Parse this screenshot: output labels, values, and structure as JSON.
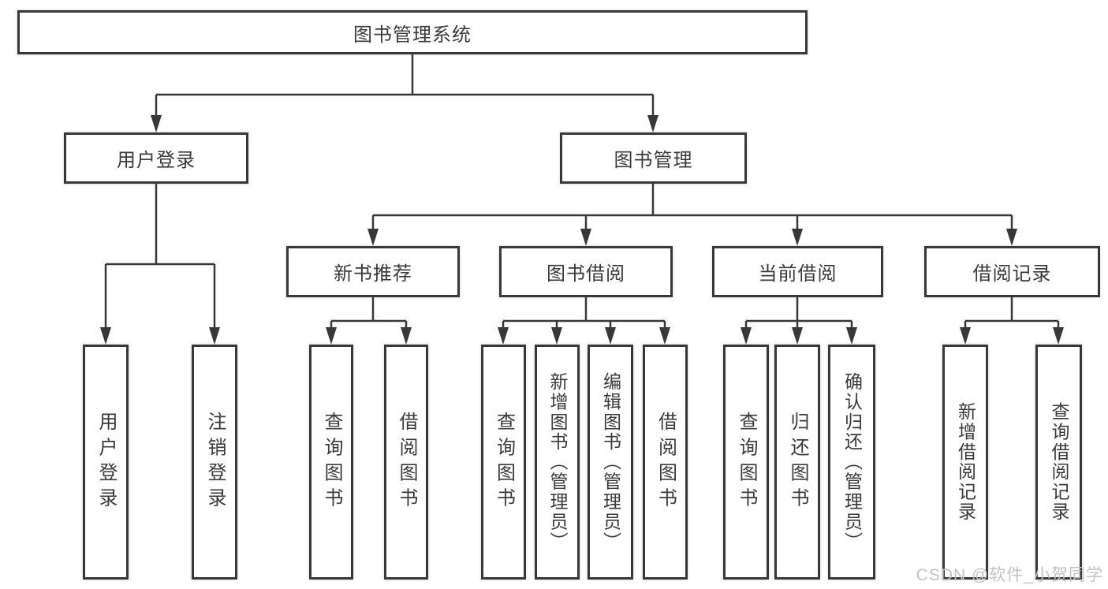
{
  "diagram_type": "hierarchy-tree",
  "tree": {
    "root": {
      "label": "图书管理系统",
      "children": [
        {
          "label": "用户登录",
          "children": [
            {
              "label": "用户登录"
            },
            {
              "label": "注销登录"
            }
          ]
        },
        {
          "label": "图书管理",
          "children": [
            {
              "label": "新书推荐",
              "children": [
                {
                  "label": "查询图书"
                },
                {
                  "label": "借阅图书"
                }
              ]
            },
            {
              "label": "图书借阅",
              "children": [
                {
                  "label": "查询图书"
                },
                {
                  "label": "新增图书（管理员）"
                },
                {
                  "label": "编辑图书（管理员）"
                },
                {
                  "label": "借阅图书"
                }
              ]
            },
            {
              "label": "当前借阅",
              "children": [
                {
                  "label": "查询图书"
                },
                {
                  "label": "归还图书"
                },
                {
                  "label": "确认归还（管理员）"
                }
              ]
            },
            {
              "label": "借阅记录",
              "children": [
                {
                  "label": "新增借阅记录"
                },
                {
                  "label": "查询借阅记录"
                }
              ]
            }
          ]
        }
      ]
    }
  },
  "watermark": {
    "text": "CSDN @软件_小贺同学"
  },
  "colors": {
    "line": "#383838",
    "box_border": "#383838",
    "box_background": "#ffffff",
    "text": "#3a3a3a",
    "watermark": "#c3c3c3"
  }
}
